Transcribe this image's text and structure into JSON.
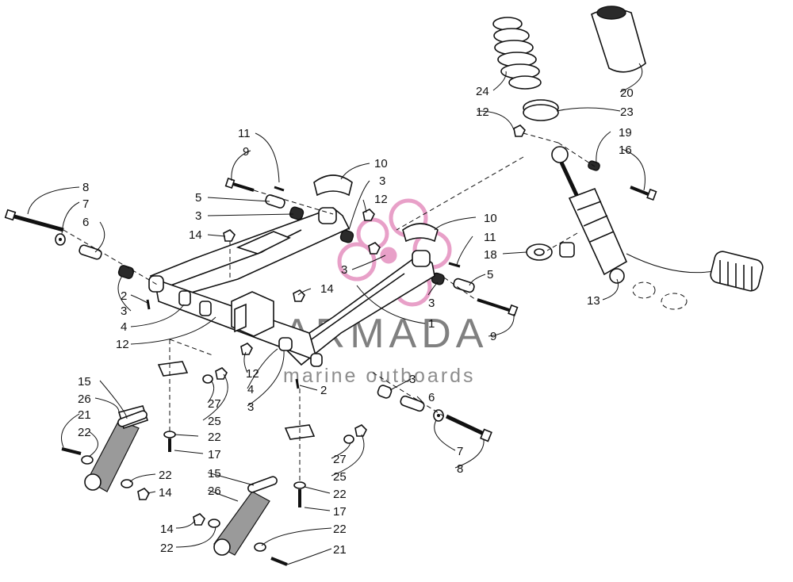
{
  "diagram": {
    "watermark": {
      "title": "ARMADA",
      "subtitle": "marine outboards",
      "logo_color": "#e8a0c8"
    },
    "callouts": [
      {
        "id": "c8a",
        "label": "8"
      },
      {
        "id": "c7a",
        "label": "7"
      },
      {
        "id": "c6a",
        "label": "6"
      },
      {
        "id": "c11a",
        "label": "11"
      },
      {
        "id": "c9a",
        "label": "9"
      },
      {
        "id": "c10a",
        "label": "10"
      },
      {
        "id": "c5a",
        "label": "5"
      },
      {
        "id": "c3a",
        "label": "3"
      },
      {
        "id": "c3b",
        "label": "3"
      },
      {
        "id": "c12a",
        "label": "12"
      },
      {
        "id": "c14a",
        "label": "14"
      },
      {
        "id": "c2a",
        "label": "2"
      },
      {
        "id": "c3c",
        "label": "3"
      },
      {
        "id": "c4a",
        "label": "4"
      },
      {
        "id": "c12b",
        "label": "12"
      },
      {
        "id": "c24",
        "label": "24"
      },
      {
        "id": "c12c",
        "label": "12"
      },
      {
        "id": "c20",
        "label": "20"
      },
      {
        "id": "c23",
        "label": "23"
      },
      {
        "id": "c19",
        "label": "19"
      },
      {
        "id": "c16",
        "label": "16"
      },
      {
        "id": "c10b",
        "label": "10"
      },
      {
        "id": "c11b",
        "label": "11"
      },
      {
        "id": "c18",
        "label": "18"
      },
      {
        "id": "c3d",
        "label": "3"
      },
      {
        "id": "c5b",
        "label": "5"
      },
      {
        "id": "c14b",
        "label": "14"
      },
      {
        "id": "c3e",
        "label": "3"
      },
      {
        "id": "c1",
        "label": "1"
      },
      {
        "id": "c9b",
        "label": "9"
      },
      {
        "id": "c13",
        "label": "13"
      },
      {
        "id": "c12d",
        "label": "12"
      },
      {
        "id": "c4b",
        "label": "4"
      },
      {
        "id": "c3f",
        "label": "3"
      },
      {
        "id": "c2b",
        "label": "2"
      },
      {
        "id": "c3g",
        "label": "3"
      },
      {
        "id": "c6b",
        "label": "6"
      },
      {
        "id": "c15a",
        "label": "15"
      },
      {
        "id": "c26a",
        "label": "26"
      },
      {
        "id": "c27a",
        "label": "27"
      },
      {
        "id": "c25a",
        "label": "25"
      },
      {
        "id": "c21a",
        "label": "21"
      },
      {
        "id": "c22a",
        "label": "22"
      },
      {
        "id": "c22b",
        "label": "22"
      },
      {
        "id": "c17a",
        "label": "17"
      },
      {
        "id": "c22c",
        "label": "22"
      },
      {
        "id": "c14c",
        "label": "14"
      },
      {
        "id": "c7b",
        "label": "7"
      },
      {
        "id": "c8b",
        "label": "8"
      },
      {
        "id": "c27b",
        "label": "27"
      },
      {
        "id": "c25b",
        "label": "25"
      },
      {
        "id": "c15b",
        "label": "15"
      },
      {
        "id": "c26b",
        "label": "26"
      },
      {
        "id": "c22d",
        "label": "22"
      },
      {
        "id": "c17b",
        "label": "17"
      },
      {
        "id": "c14d",
        "label": "14"
      },
      {
        "id": "c22e",
        "label": "22"
      },
      {
        "id": "c22f",
        "label": "22"
      },
      {
        "id": "c21b",
        "label": "21"
      }
    ]
  }
}
